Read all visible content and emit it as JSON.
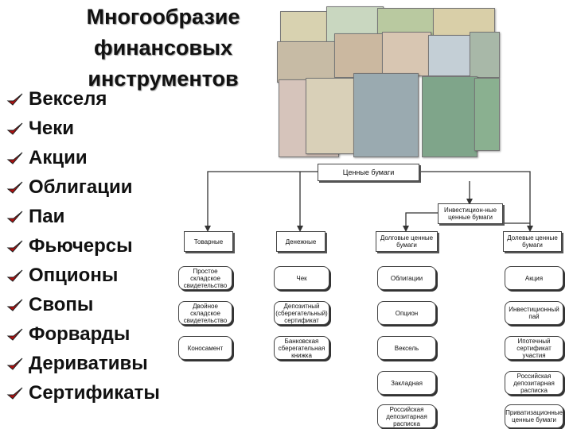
{
  "title": "Многообразие финансовых инструментов",
  "list_items": [
    "Векселя",
    "Чеки",
    "Акции",
    "Облигации",
    "Паи",
    "Фьючерсы",
    "Опционы",
    "Свопы",
    "Форварды",
    "Деривативы",
    "Сертификаты"
  ],
  "diagram": {
    "root": "Ценные бумаги",
    "investment": "Инвестицион-ные ценные бумаги",
    "columns": {
      "goods": {
        "header": "Товарные",
        "items": [
          "Простое складское свидетельство",
          "Двойное складское свидетельство",
          "Коносамент"
        ]
      },
      "money": {
        "header": "Денежные",
        "items": [
          "Чек",
          "Депозитный (сберегательный) сертификат",
          "Банковская сберегательная книжка"
        ]
      },
      "debt": {
        "header": "Долговые ценные бумаги",
        "items": [
          "Облигации",
          "Опцион",
          "Вексель",
          "Закладная",
          "Российская депозитарная расписка"
        ]
      },
      "equity": {
        "header": "Долевые ценные бумаги",
        "items": [
          "Акция",
          "Инвестиционный пай",
          "Ипотечный сертификат участия",
          "Российская депозитарная расписка",
          "Приватизационные ценные бумаги"
        ]
      }
    }
  },
  "colors": {
    "bullet": "#b01010",
    "text": "#111111",
    "node_border": "#444444"
  }
}
